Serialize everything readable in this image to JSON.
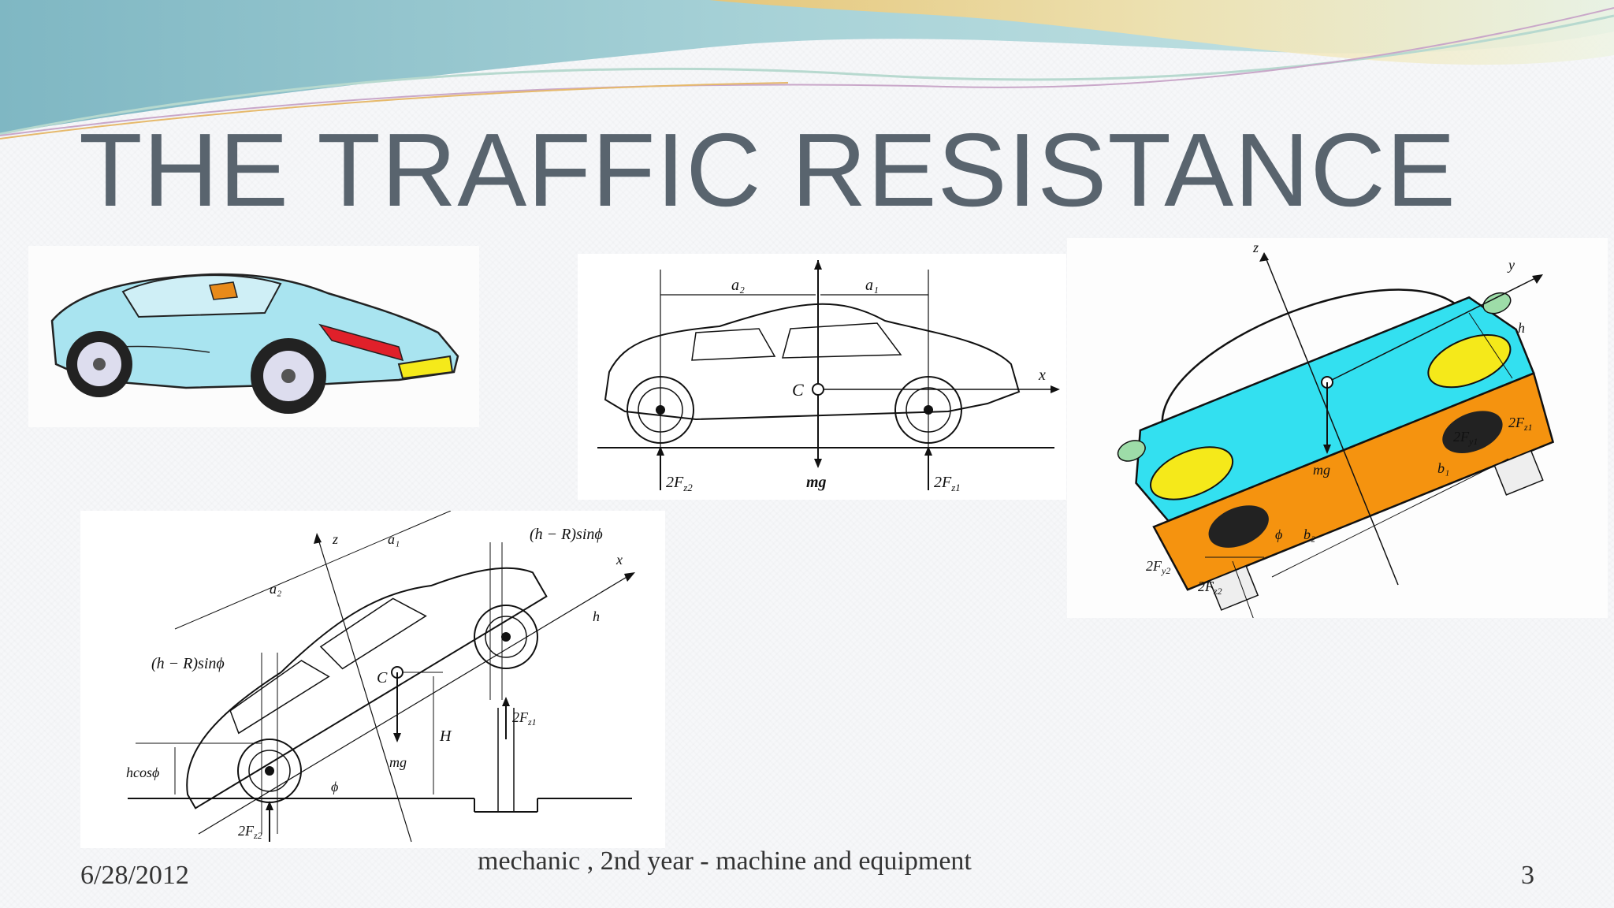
{
  "slide": {
    "title": "THE TRAFFIC RESISTANCE",
    "footer_date": "6/28/2012",
    "footer_center": "mechanic , 2nd year - machine and equipment",
    "slide_number": "3"
  },
  "figures": {
    "side_view": {
      "a2": "a₂",
      "a1": "a₁",
      "c": "C",
      "x": "x",
      "f_rear": "2F",
      "f_rear_sub": "z2",
      "weight": "mg",
      "f_front": "2F",
      "f_front_sub": "z1"
    },
    "front_view": {
      "z": "z",
      "y": "y",
      "h": "h",
      "mg": "mg",
      "fy1": "2F",
      "fy1_sub": "y1",
      "fz1": "2F",
      "fz1_sub": "z1",
      "b1": "b₁",
      "b2": "b₂",
      "phi": "ϕ",
      "fy2": "2F",
      "fy2_sub": "y2",
      "fz2": "2F",
      "fz2_sub": "z2"
    },
    "incline_view": {
      "a1": "a₁",
      "a2": "a₂",
      "z": "z",
      "x": "x",
      "h": "h",
      "hr_top": "(h − R)sinϕ",
      "hr_left": "(h − R)sinϕ",
      "c": "C",
      "h_cap": "H",
      "fz1": "2F",
      "fz1_sub": "z1",
      "mg": "mg",
      "hcos": "hcosϕ",
      "phi": "ϕ",
      "fz2": "2F",
      "fz2_sub": "z2"
    }
  },
  "colors": {
    "title": "#59646e",
    "car_body_blue": "#a9e4f0",
    "car_body_cyan": "#33e0f0",
    "car_lower_orange": "#f5930f",
    "headlight_yellow": "#f5e91a",
    "taillight_red": "#e0202a"
  }
}
